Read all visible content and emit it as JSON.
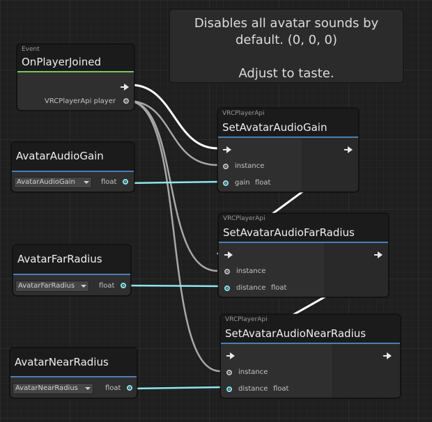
{
  "comment": {
    "line1": "Disables all avatar sounds by",
    "line2": "default. (0, 0, 0)",
    "line3": "Adjust to taste."
  },
  "nodes": {
    "on_player_joined": {
      "category": "Event",
      "title": "OnPlayerJoined",
      "output_label": "VRCPlayerApi player"
    },
    "avatar_audio_gain": {
      "title": "AvatarAudioGain",
      "dropdown_value": "AvatarAudioGain",
      "output_type": "float"
    },
    "avatar_far_radius": {
      "title": "AvatarFarRadius",
      "dropdown_value": "AvatarFarRadius",
      "output_type": "float"
    },
    "avatar_near_radius": {
      "title": "AvatarNearRadius",
      "dropdown_value": "AvatarNearRadius",
      "output_type": "float"
    },
    "set_gain": {
      "category": "VRCPlayerApi",
      "title": "SetAvatarAudioGain",
      "instance_label": "instance",
      "param_label": "gain",
      "param_type": "float"
    },
    "set_far": {
      "category": "VRCPlayerApi",
      "title": "SetAvatarAudioFarRadius",
      "instance_label": "instance",
      "param_label": "distance",
      "param_type": "float"
    },
    "set_near": {
      "category": "VRCPlayerApi",
      "title": "SetAvatarAudioNearRadius",
      "instance_label": "instance",
      "param_label": "distance",
      "param_type": "float"
    }
  },
  "colors": {
    "flow_wire": "#ffffff",
    "player_wire": "#a8a8a8",
    "float_wire": "#8ee7ef",
    "header_accent_blue": "#4a7fb6",
    "event_accent_green": "#7bc65a"
  }
}
